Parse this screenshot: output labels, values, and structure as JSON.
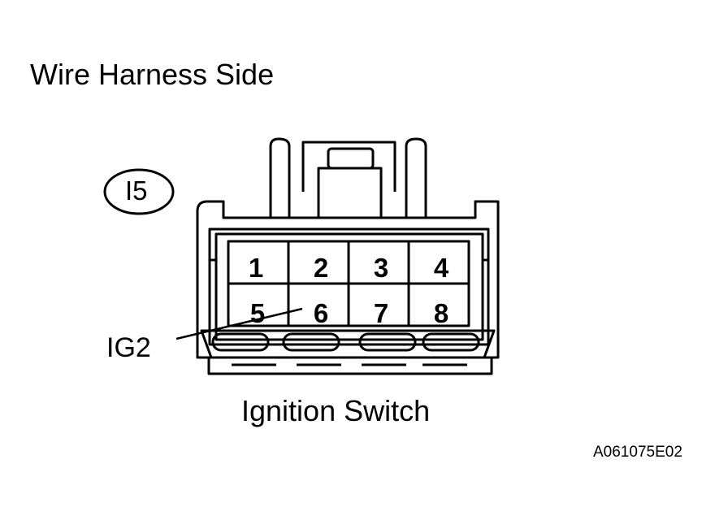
{
  "title": "Wire Harness Side",
  "connector": {
    "id": "I5",
    "pins_top": [
      "1",
      "2",
      "3",
      "4"
    ],
    "pins_bottom": [
      "5",
      "6",
      "7",
      "8"
    ],
    "wire_label": "IG2",
    "part_name": "Ignition Switch"
  },
  "figure_code": "A061075E02"
}
